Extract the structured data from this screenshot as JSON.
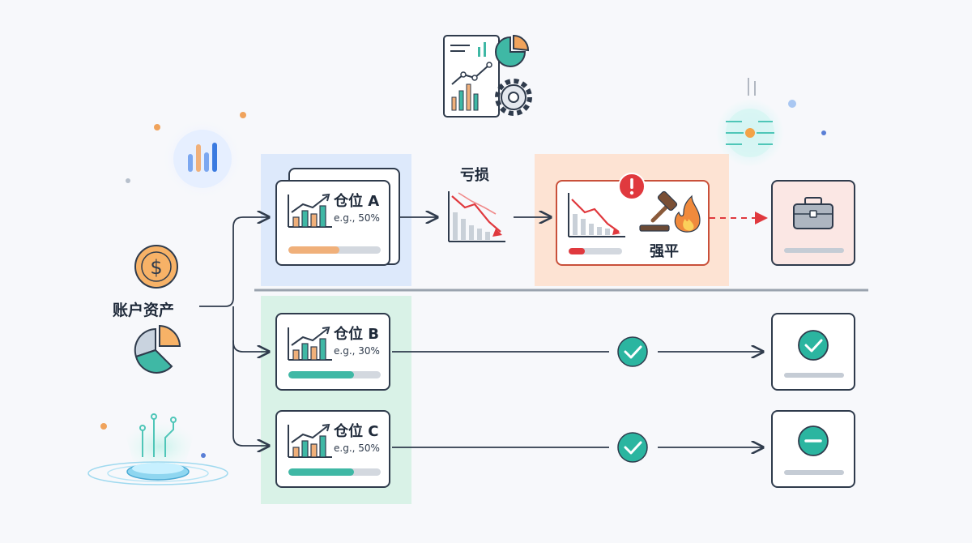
{
  "account": {
    "label": "账户资产"
  },
  "loss": {
    "label": "亏损"
  },
  "liquidation": {
    "label": "强平"
  },
  "positions": [
    {
      "id": "a",
      "title": "仓位 A",
      "percent": "e.g., 50%",
      "fill_ratio": 0.55,
      "fill_color": "#f0b07a",
      "status": "liquidated"
    },
    {
      "id": "b",
      "title": "仓位 B",
      "percent": "e.g., 30%",
      "fill_ratio": 0.71,
      "fill_color": "#3fb8a5",
      "status": "ok"
    },
    {
      "id": "c",
      "title": "仓位 C",
      "percent": "e.g., 50%",
      "fill_ratio": 0.71,
      "fill_color": "#3fb8a5",
      "status": "neutral"
    }
  ],
  "colors": {
    "stroke": "#2f3b4c",
    "teal": "#2bb5a0",
    "orange": "#f0a35c",
    "danger": "#e0393e",
    "blue_zone": "#dde9fb",
    "orange_zone": "#fde3d3",
    "green_zone": "#d9f2e7"
  },
  "icons": [
    "dollar-coin-icon",
    "pie-chart-icon",
    "bar-chart-bubble-icon",
    "analytics-gear-icon",
    "circuit-orb-icon",
    "hologram-platform-icon",
    "trend-down-icon",
    "gavel-icon",
    "fire-icon",
    "warning-icon",
    "briefcase-icon",
    "check-circle-icon",
    "minus-circle-icon"
  ]
}
